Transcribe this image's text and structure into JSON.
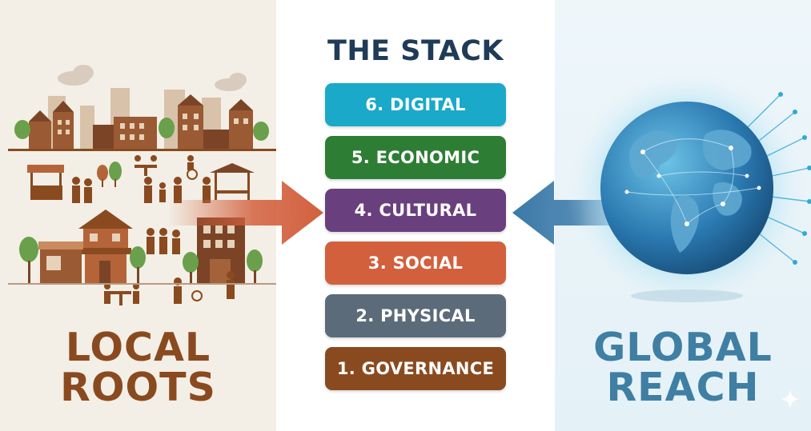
{
  "title": "THE STACK",
  "layers": [
    {
      "label": "6. DIGITAL",
      "color": "#1aa9c9"
    },
    {
      "label": "5. ECONOMIC",
      "color": "#2e7d35"
    },
    {
      "label": "4. CULTURAL",
      "color": "#6a3f7e"
    },
    {
      "label": "3. SOCIAL",
      "color": "#d2603d"
    },
    {
      "label": "2. PHYSICAL",
      "color": "#5c6b79"
    },
    {
      "label": "1. GOVERNANCE",
      "color": "#8a4a1f"
    }
  ],
  "local": {
    "line1": "LOCAL",
    "line2": "ROOTS"
  },
  "global": {
    "line1": "GLOBAL",
    "line2": "REACH"
  },
  "colors": {
    "local": "#8a4a1f",
    "global": "#3f7fa3",
    "title": "#1f3b57",
    "arrow_left": "#d2603d",
    "arrow_right": "#3a79a8"
  }
}
